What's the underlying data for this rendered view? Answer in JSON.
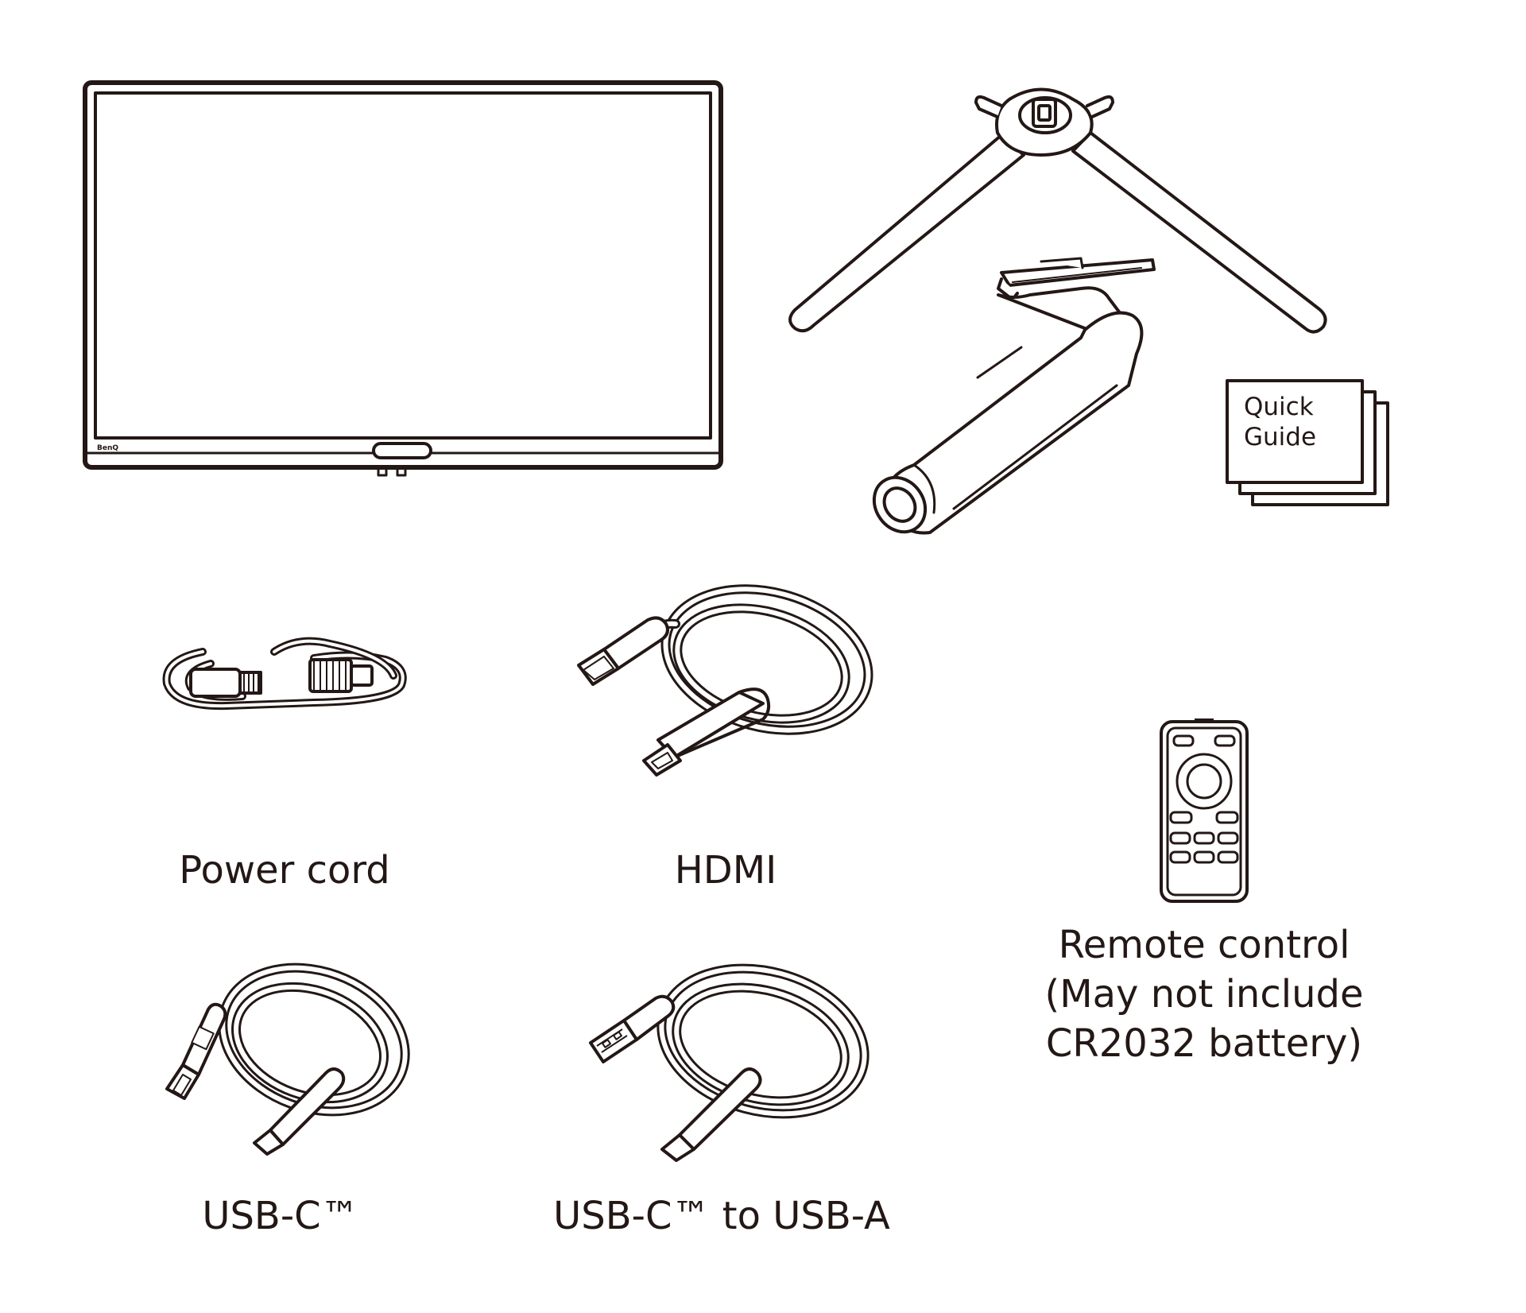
{
  "items": {
    "monitor": {
      "brand": "BenQ"
    },
    "quick_guide": {
      "line1": "Quick",
      "line2": "Guide"
    },
    "power_cord": {
      "label": "Power cord"
    },
    "hdmi": {
      "label": "HDMI"
    },
    "usb_c": {
      "label": "USB-C™"
    },
    "usb_c_to_a": {
      "label": "USB-C™ to USB-A"
    },
    "remote": {
      "line1": "Remote control",
      "line2": "(May not include",
      "line3": "CR2032 battery)"
    }
  },
  "colors": {
    "line": "#231815",
    "background": "#ffffff"
  }
}
